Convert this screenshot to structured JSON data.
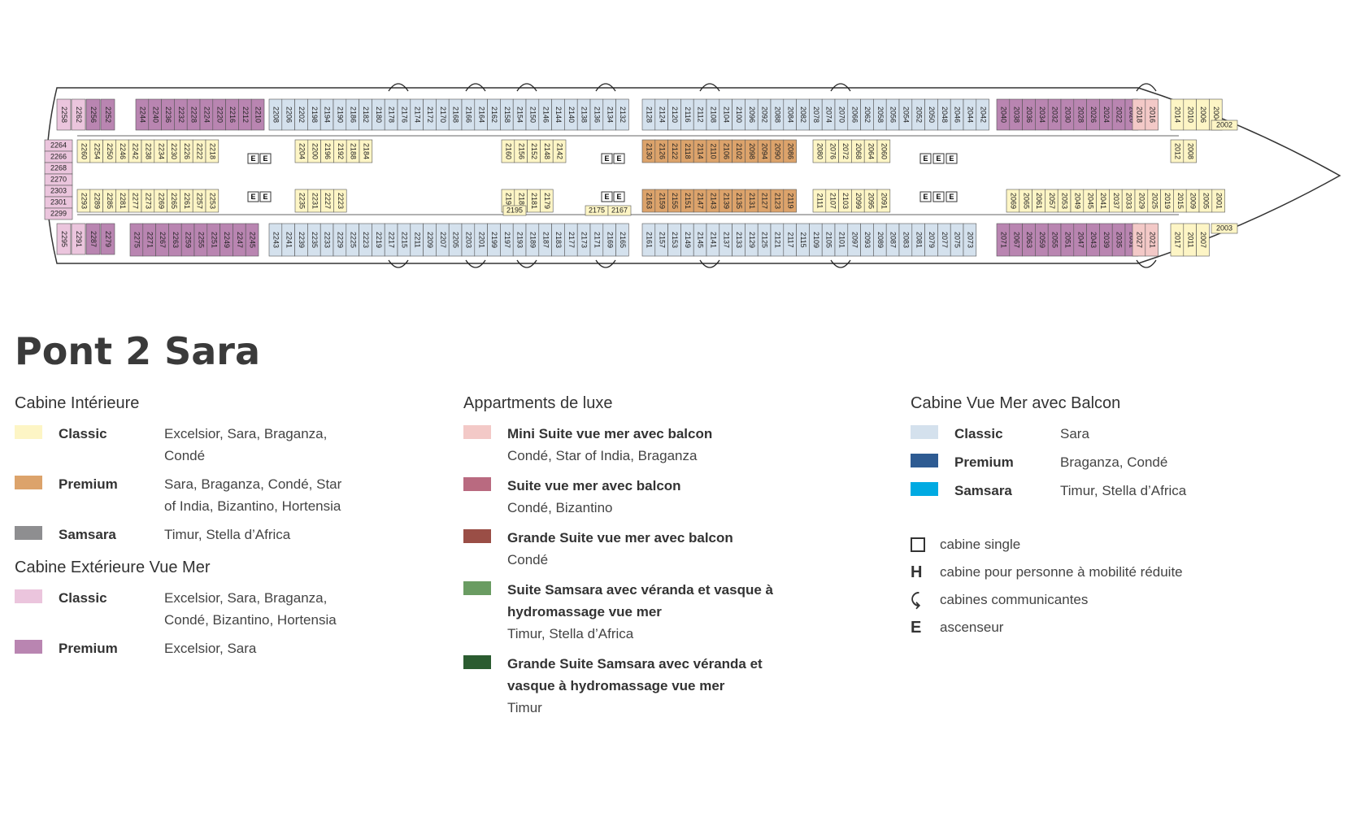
{
  "title": "Pont 2 Sara",
  "colors": {
    "hull_fill": "#ffffff",
    "hull_line": "#333333",
    "inner_classic": "#fdf5c5",
    "inner_premium": "#dca36b",
    "ext_classic": "#ebc5dd",
    "ext_premium": "#b985b1",
    "balcony_classic": "#d4e1ed",
    "mini_suite": "#f3c9c7"
  },
  "deck": {
    "top_outer": [
      {
        "color": "ext_premium",
        "cabins": [
          "2244",
          "2240",
          "2236",
          "2232",
          "2228",
          "2224",
          "2220",
          "2216",
          "2212",
          "2210"
        ]
      },
      {
        "color": "balcony_classic",
        "cabins": [
          "2208",
          "2206",
          "2202",
          "2198",
          "2194",
          "2190",
          "2186",
          "2182",
          "2180",
          "2178",
          "2176",
          "2174",
          "2172",
          "2170",
          "2168",
          "2166",
          "2164",
          "2162",
          "2158",
          "2154",
          "2150",
          "2146",
          "2144",
          "2140",
          "2138",
          "2136",
          "2134",
          "2132"
        ]
      },
      {
        "color": "balcony_classic",
        "cabins": [
          "2128",
          "2124",
          "2120",
          "2116",
          "2112",
          "2108",
          "2104",
          "2100",
          "2096",
          "2092",
          "2088",
          "2084",
          "2082",
          "2078",
          "2074",
          "2070",
          "2066",
          "2062",
          "2058",
          "2056",
          "2054",
          "2052",
          "2050",
          "2048",
          "2046",
          "2044",
          "2042"
        ]
      },
      {
        "color": "ext_premium",
        "cabins": [
          "2040",
          "2038",
          "2036",
          "2034",
          "2032",
          "2030",
          "2028",
          "2026",
          "2024",
          "2022",
          "2020"
        ]
      },
      {
        "color": "mini_suite",
        "cabins": [
          "2018",
          "2016"
        ]
      },
      {
        "color": "inner_classic",
        "cabins": [
          "2014",
          "2010",
          "2006",
          "2004"
        ]
      }
    ],
    "bottom_outer": [
      {
        "color": "ext_premium",
        "cabins": [
          "2275",
          "2271",
          "2267",
          "2263",
          "2259",
          "2255",
          "2251",
          "2249",
          "2247",
          "2245"
        ]
      },
      {
        "color": "balcony_classic",
        "cabins": [
          "2243",
          "2241",
          "2239",
          "2235",
          "2233",
          "2229",
          "2225",
          "2223",
          "2219",
          "2217",
          "2215",
          "2211",
          "2209",
          "2207",
          "2205",
          "2203",
          "2201",
          "2199",
          "2197",
          "2193",
          "2189",
          "2187",
          "2183",
          "2177",
          "2173",
          "2171",
          "2169",
          "2165"
        ]
      },
      {
        "color": "balcony_classic",
        "cabins": [
          "2161",
          "2157",
          "2153",
          "2149",
          "2145",
          "2141",
          "2137",
          "2133",
          "2129",
          "2125",
          "2121",
          "2117",
          "2115",
          "2109",
          "2105",
          "2101",
          "2097",
          "2093",
          "2089",
          "2087",
          "2083",
          "2081",
          "2079",
          "2077",
          "2075",
          "2073"
        ]
      },
      {
        "color": "ext_premium",
        "cabins": [
          "2071",
          "2067",
          "2063",
          "2059",
          "2055",
          "2051",
          "2047",
          "2043",
          "2039",
          "2035",
          "2031"
        ]
      },
      {
        "color": "mini_suite",
        "cabins": [
          "2027",
          "2021"
        ]
      },
      {
        "color": "inner_classic",
        "cabins": [
          "2017",
          "2011",
          "2007"
        ]
      }
    ],
    "top_inner": [
      {
        "start": "aft",
        "color": "inner_classic",
        "cabins": [
          "2260",
          "2254",
          "2250",
          "2246",
          "2242",
          "2238",
          "2234",
          "2230",
          "2226",
          "2222",
          "2218"
        ]
      },
      {
        "start": "s1",
        "color": "inner_classic",
        "cabins": [
          "2204",
          "2200",
          "2196",
          "2192",
          "2188",
          "2184"
        ]
      },
      {
        "start": "s2",
        "color": "inner_classic",
        "cabins": [
          "2160",
          "2156",
          "2152",
          "2148",
          "2142"
        ]
      },
      {
        "start": "s3",
        "color": "inner_premium",
        "cabins": [
          "2130",
          "2126",
          "2122",
          "2118",
          "2114",
          "2110",
          "2106",
          "2102",
          "2098",
          "2094",
          "2090",
          "2086"
        ]
      },
      {
        "start": "s4",
        "color": "inner_classic",
        "cabins": [
          "2080",
          "2076",
          "2072",
          "2068",
          "2064",
          "2060"
        ]
      },
      {
        "start": "s5",
        "color": "inner_classic",
        "cabins": [
          "2012",
          "2008"
        ]
      }
    ],
    "bottom_inner": [
      {
        "start": "aft",
        "color": "inner_classic",
        "cabins": [
          "2293",
          "2289",
          "2285",
          "2281",
          "2277",
          "2273",
          "2269",
          "2265",
          "2261",
          "2257",
          "2253"
        ]
      },
      {
        "start": "s1",
        "color": "inner_classic",
        "cabins": [
          "2235",
          "2231",
          "2227",
          "2223"
        ]
      },
      {
        "start": "s2",
        "color": "inner_classic",
        "cabins": [
          "2191",
          "2185",
          "2181",
          "2179"
        ]
      },
      {
        "start": "s3",
        "color": "inner_premium",
        "cabins": [
          "2163",
          "2159",
          "2155",
          "2151",
          "2147",
          "2143",
          "2139",
          "2135",
          "2131",
          "2127",
          "2123",
          "2119"
        ]
      },
      {
        "start": "s4",
        "color": "inner_classic",
        "cabins": [
          "2111",
          "2107",
          "2103",
          "2099",
          "2095",
          "2091"
        ]
      },
      {
        "start": "s6",
        "color": "inner_classic",
        "cabins": [
          "2069",
          "2065",
          "2061",
          "2057",
          "2053",
          "2049",
          "2045",
          "2041",
          "2037",
          "2033",
          "2029",
          "2025",
          "2019",
          "2015",
          "2009",
          "2005",
          "2001"
        ]
      }
    ],
    "stern_cabins": [
      "2264",
      "2266",
      "2268",
      "2270",
      "2303",
      "2301",
      "2299"
    ],
    "stern_corner_cabins": [
      "2258",
      "2262",
      "2256",
      "2252",
      "2295",
      "2291",
      "2287",
      "2279"
    ],
    "horizontal_labels": [
      "2002",
      "2003",
      "2195",
      "2175",
      "2167"
    ],
    "elevator_letter": "E"
  },
  "legend": {
    "interior": {
      "heading": "Cabine Intérieure",
      "items": [
        {
          "name": "Classic",
          "color": "#fdf5c5",
          "ships": "Excelsior, Sara, Braganza, Condé"
        },
        {
          "name": "Premium",
          "color": "#dca36b",
          "ships": "Sara, Braganza, Condé, Star of India, Bizantino, Hortensia"
        },
        {
          "name": "Samsara",
          "color": "#8e8e90",
          "ships": "Timur, Stella d’Africa"
        }
      ]
    },
    "exterior": {
      "heading": "Cabine Extérieure Vue Mer",
      "items": [
        {
          "name": "Classic",
          "color": "#ebc5dd",
          "ships": "Excelsior, Sara, Braganza, Condé, Bizantino, Hortensia"
        },
        {
          "name": "Premium",
          "color": "#b985b1",
          "ships": "Excelsior, Sara"
        }
      ]
    },
    "luxury": {
      "heading": "Appartments de luxe",
      "items": [
        {
          "name": "Mini Suite vue mer avec balcon",
          "color": "#f3c9c7",
          "ships": "Condé, Star of India, Braganza"
        },
        {
          "name": "Suite vue mer avec balcon",
          "color": "#b96a80",
          "ships": "Condé, Bizantino"
        },
        {
          "name": "Grande Suite vue mer avec balcon",
          "color": "#9a4e46",
          "ships": "Condé"
        },
        {
          "name": "Suite Samsara avec véranda et vasque à hydromassage vue mer",
          "color": "#6a9c62",
          "ships": "Timur, Stella d’Africa"
        },
        {
          "name": "Grande Suite Samsara avec véranda et vasque à hydromassage vue mer",
          "color": "#2b5c30",
          "ships": "Timur"
        }
      ]
    },
    "balcony": {
      "heading": "Cabine Vue Mer avec Balcon",
      "items": [
        {
          "name": "Classic",
          "color": "#d4e1ed",
          "ships": "Sara"
        },
        {
          "name": "Premium",
          "color": "#2e5b92",
          "ships": "Braganza, Condé"
        },
        {
          "name": "Samsara",
          "color": "#00aae2",
          "ships": "Timur, Stella d’Africa"
        }
      ]
    },
    "symbols": [
      {
        "symbol": "",
        "icon": "square-icon",
        "label": "cabine single"
      },
      {
        "symbol": "H",
        "icon": "h-icon",
        "label": "cabine pour personne à mobilité réduite"
      },
      {
        "symbol": "⤹",
        "icon": "communicating-arrow-icon",
        "label": "cabines communicantes"
      },
      {
        "symbol": "E",
        "icon": "e-icon",
        "label": "ascenseur"
      }
    ]
  }
}
